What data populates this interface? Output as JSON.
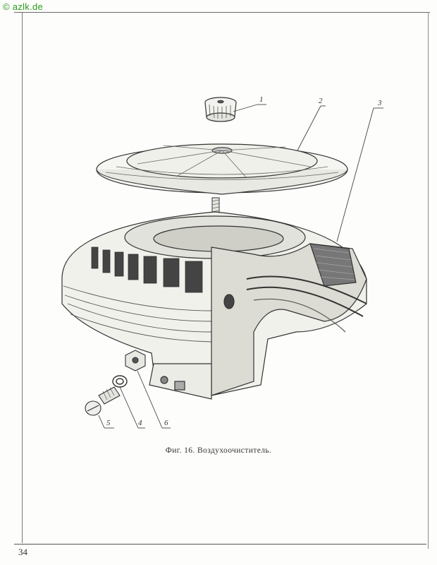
{
  "watermark": "© azlk.de",
  "figure": {
    "caption": "Фиг. 16. Воздухоочиститель.",
    "callouts": [
      "1",
      "2",
      "3",
      "4",
      "5",
      "6"
    ]
  },
  "page_number": "34"
}
